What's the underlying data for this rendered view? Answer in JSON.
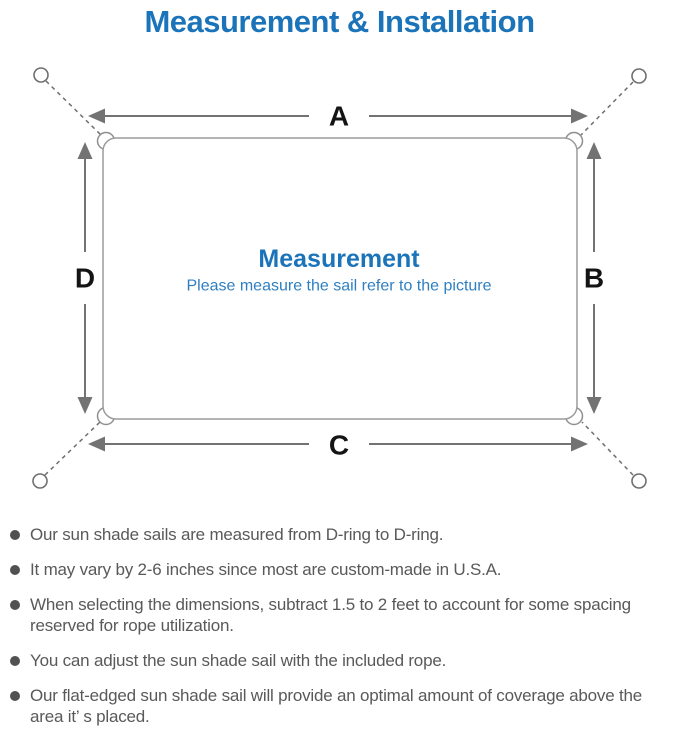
{
  "title": "Measurement & Installation",
  "diagram": {
    "center_heading": "Measurement",
    "center_subtitle": "Please measure the sail refer to the picture",
    "labels": {
      "top": "A",
      "right": "B",
      "bottom": "C",
      "left": "D"
    },
    "icons": {
      "corner_hardware": "d-ring-icon",
      "mount_points": "anchor-ring-icon",
      "ropes": "dashed-rope-line",
      "dimensions": "double-headed-arrow"
    }
  },
  "bullets": [
    {
      "text": "Our sun shade sails are measured from D-ring to D-ring."
    },
    {
      "text": "It may vary by 2-6 inches since most are custom-made in U.S.A."
    },
    {
      "text": "When selecting the dimensions, subtract 1.5 to 2 feet to account for some spacing reserved for rope utilization."
    },
    {
      "text": "You can adjust the sun shade sail with the included rope."
    },
    {
      "text": "Our flat-edged sun shade sail will provide an optimal amount of coverage above the area it’ s placed."
    }
  ],
  "colors": {
    "accent_blue": "#1b74ba",
    "subtitle_blue": "#2e7fc2",
    "diagram_line_gray": "#737373",
    "sail_border_gray": "#9c9c9c",
    "note_text_gray": "#595959",
    "background": "#ffffff"
  }
}
